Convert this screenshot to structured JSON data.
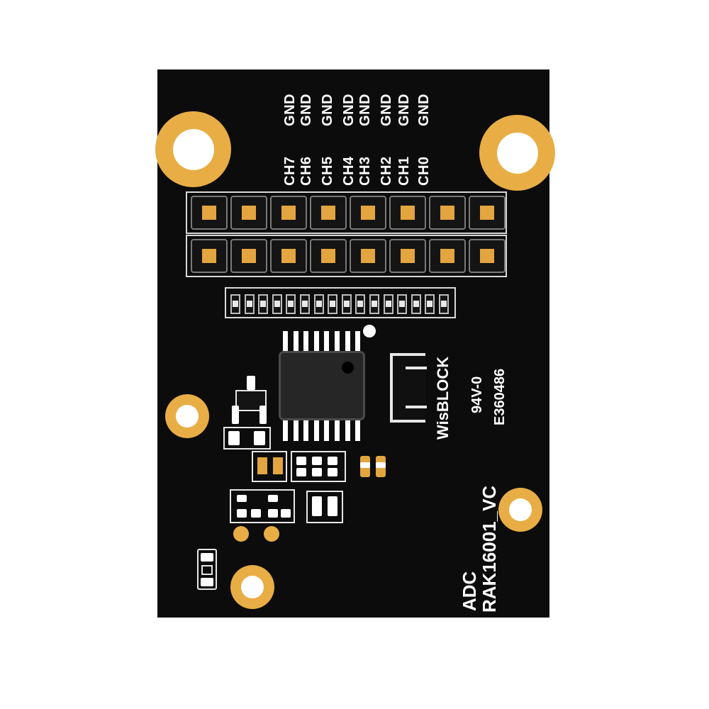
{
  "pin_labels": [
    {
      "ch": "CH7",
      "gnd": "GND"
    },
    {
      "ch": "CH6",
      "gnd": "GND"
    },
    {
      "ch": "CH5",
      "gnd": "GND"
    },
    {
      "ch": "CH4",
      "gnd": "GND"
    },
    {
      "ch": "CH3",
      "gnd": "GND"
    },
    {
      "ch": "CH2",
      "gnd": "GND"
    },
    {
      "ch": "CH1",
      "gnd": "GND"
    },
    {
      "ch": "CH0",
      "gnd": "GND"
    }
  ],
  "silkscreen": {
    "brand": "WisBLOCK",
    "flammability": "94V-0",
    "cert": "E360486",
    "module": "RAK16001_VC",
    "function": "ADC"
  },
  "colors": {
    "board": "#0c0c0c",
    "pad_gold": "#e3a53f",
    "silkscreen": "#ffffff"
  }
}
